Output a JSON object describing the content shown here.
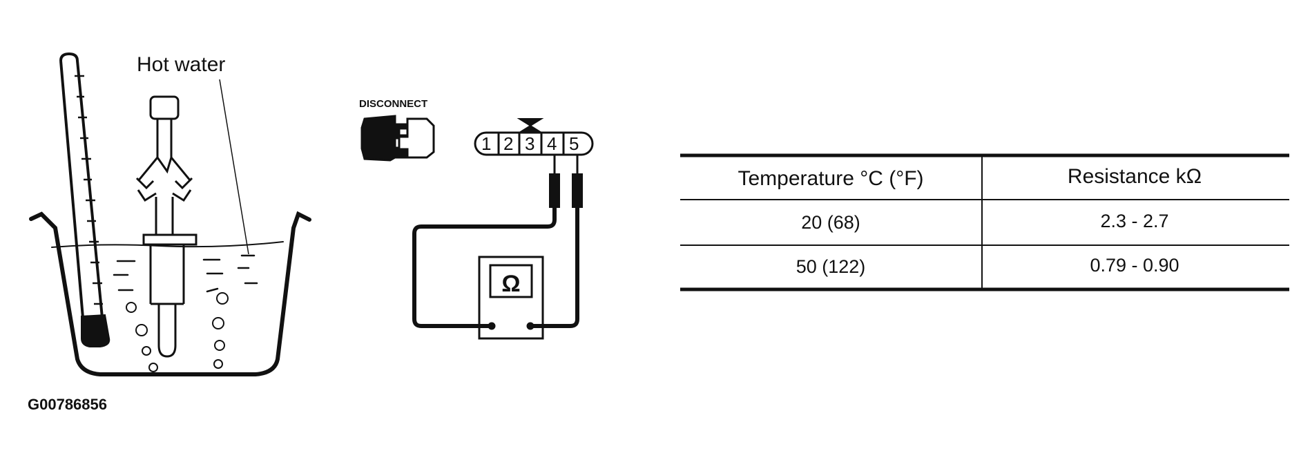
{
  "figure": {
    "id_code": "G00786856",
    "hot_water_label": "Hot water",
    "disconnect_label": "DISCONNECT",
    "connector_pins": [
      "1",
      "2",
      "3",
      "4",
      "5"
    ],
    "ohmmeter_symbol": "Ω"
  },
  "table": {
    "headers": [
      "Temperature °C (°F)",
      "Resistance kΩ"
    ],
    "rows": [
      [
        "20 (68)",
        "2.3 - 2.7"
      ],
      [
        "50 (122)",
        "0.79 - 0.90"
      ]
    ]
  },
  "colors": {
    "ink": "#111111",
    "background": "#ffffff"
  }
}
